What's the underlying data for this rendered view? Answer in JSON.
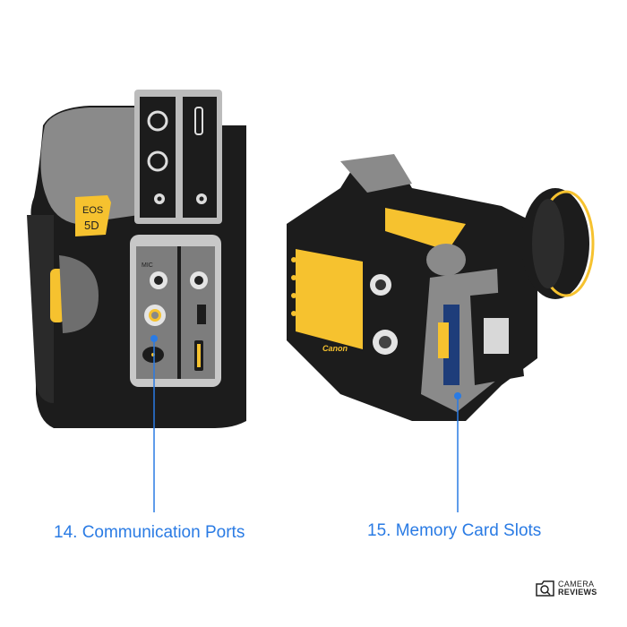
{
  "labels": {
    "ports": "14. Communication Ports",
    "card_slots": "15. Memory Card Slots"
  },
  "left_camera": {
    "badge_line1": "EOS",
    "badge_line2": "5D",
    "mic_label": "MIC"
  },
  "right_camera": {
    "brand": "Canon"
  },
  "logo": {
    "line1": "CAMERA",
    "line2": "REVIEWS"
  },
  "colors": {
    "accent": "#2a7be4",
    "yellow": "#f6c22f",
    "body_dark": "#1b1b1b",
    "body_gray": "#8a8a8a"
  }
}
